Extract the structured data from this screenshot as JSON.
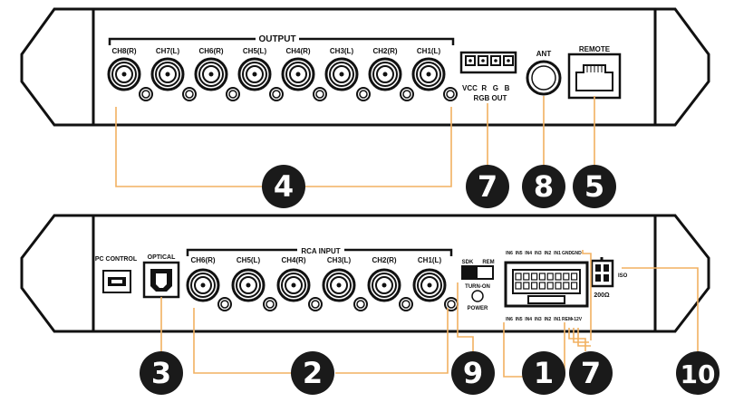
{
  "top_panel": {
    "output_title": "OUTPUT",
    "channels": [
      "CH8(R)",
      "CH7(L)",
      "CH6(R)",
      "CH5(L)",
      "CH4(R)",
      "CH3(L)",
      "CH2(R)",
      "CH1(L)"
    ],
    "rgb_pins": "VCC  R   G   B",
    "rgb_label": "RGB OUT",
    "ant_label": "ANT",
    "remote_label": "REMOTE"
  },
  "bottom_panel": {
    "pc_control_label": "PC CONTROL",
    "optical_label": "OPTICAL",
    "rca_title": "RCA INPUT",
    "channels": [
      "CH6(R)",
      "CH5(L)",
      "CH4(R)",
      "CH3(L)",
      "CH2(R)",
      "CH1(L)"
    ],
    "switch_left": "SDK",
    "switch_right": "REM",
    "turn_on_label": "TURN-ON",
    "power_label": "POWER",
    "input_pins_top": [
      "IN6",
      "IN5",
      "IN4",
      "IN3",
      "IN2",
      "IN1",
      "GND",
      "GND"
    ],
    "input_pins_bottom": [
      "IN6",
      "IN5",
      "IN4",
      "IN3",
      "IN2",
      "IN1",
      "REM",
      "+12V"
    ],
    "iso_label": "ISO",
    "ohm_label": "200Ω"
  },
  "callouts": {
    "top": [
      "4",
      "7",
      "8",
      "5"
    ],
    "bottom": [
      "3",
      "2",
      "9",
      "1",
      "7",
      "10"
    ]
  },
  "colors": {
    "accent": "#f2b061",
    "ink": "#111111",
    "badge": "#1a1a1a"
  }
}
